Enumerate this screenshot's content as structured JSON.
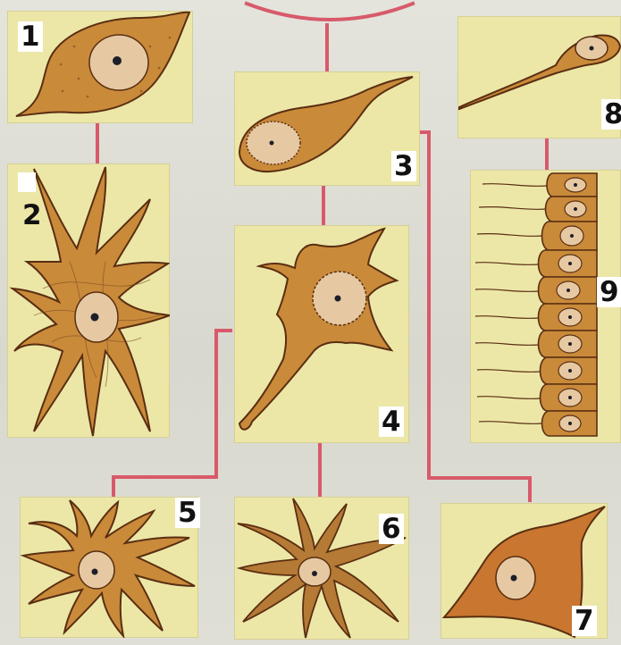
{
  "labels": {
    "n1": "1",
    "n2": "2",
    "n3": "3",
    "n4": "4",
    "n5": "5",
    "n6": "6",
    "n7": "7",
    "n8": "8",
    "n9": "9"
  },
  "colors": {
    "background": "#dcdcd2",
    "panel": "#ece7a7",
    "connector": "#d85a6a",
    "cell_body": "#c98a3a",
    "cell_outline": "#5a2e12",
    "nucleus": "#e6c9a3",
    "nucleolus": "#1e1e2a"
  }
}
